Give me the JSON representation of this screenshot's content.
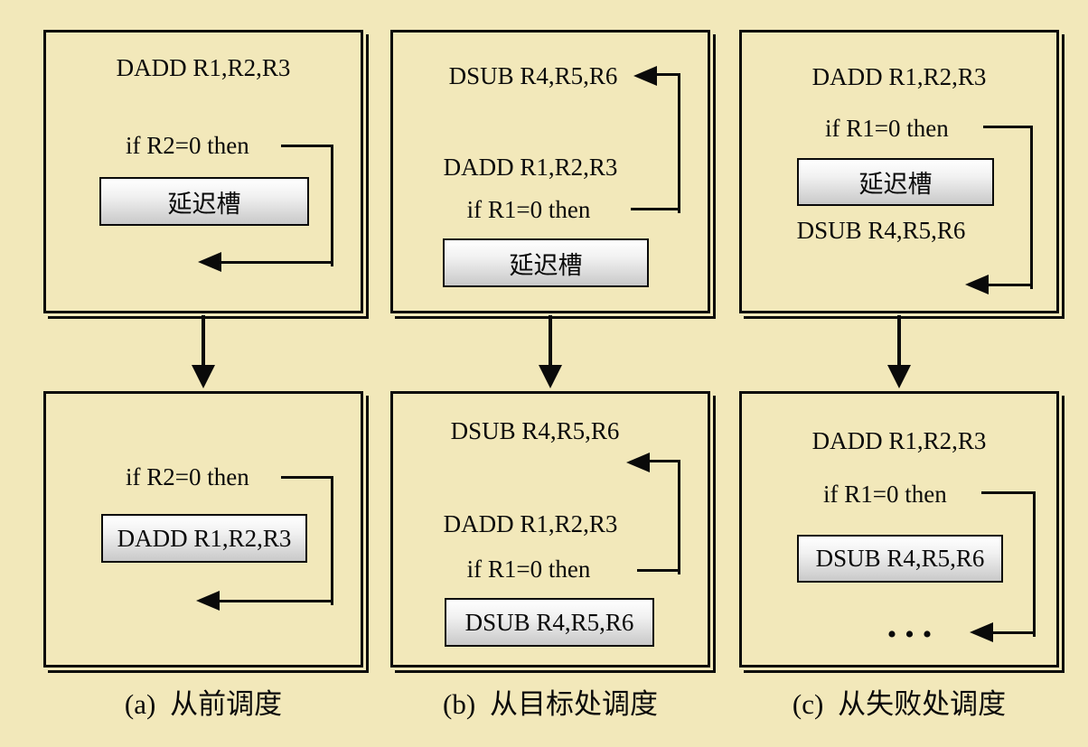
{
  "colors": {
    "background": "#f2e8ba",
    "line": "#0a0a0a",
    "slot_gradient_top": "#ffffff",
    "slot_gradient_bottom": "#c9c9c9"
  },
  "captions": {
    "a": "(a) 从前调度",
    "b": "(b) 从目标处调度",
    "c": "(c) 从失败处调度"
  },
  "col_a": {
    "top": {
      "instr": "DADD R1,R2,R3",
      "branch": "if R2=0 then",
      "slot": "延迟槽"
    },
    "bottom": {
      "branch": "if R2=0 then",
      "slot": "DADD R1,R2,R3"
    }
  },
  "col_b": {
    "top": {
      "target": "DSUB R4,R5,R6",
      "instr": "DADD R1,R2,R3",
      "branch": "if R1=0 then",
      "slot": "延迟槽"
    },
    "bottom": {
      "target": "DSUB R4,R5,R6",
      "instr": "DADD R1,R2,R3",
      "branch": "if R1=0 then",
      "slot": "DSUB R4,R5,R6"
    }
  },
  "col_c": {
    "top": {
      "instr": "DADD R1,R2,R3",
      "branch": "if R1=0 then",
      "slot": "延迟槽",
      "fallthrough": "DSUB R4,R5,R6"
    },
    "bottom": {
      "instr": "DADD R1,R2,R3",
      "branch": "if R1=0 then",
      "slot": "DSUB R4,R5,R6",
      "dots": "•••"
    }
  }
}
